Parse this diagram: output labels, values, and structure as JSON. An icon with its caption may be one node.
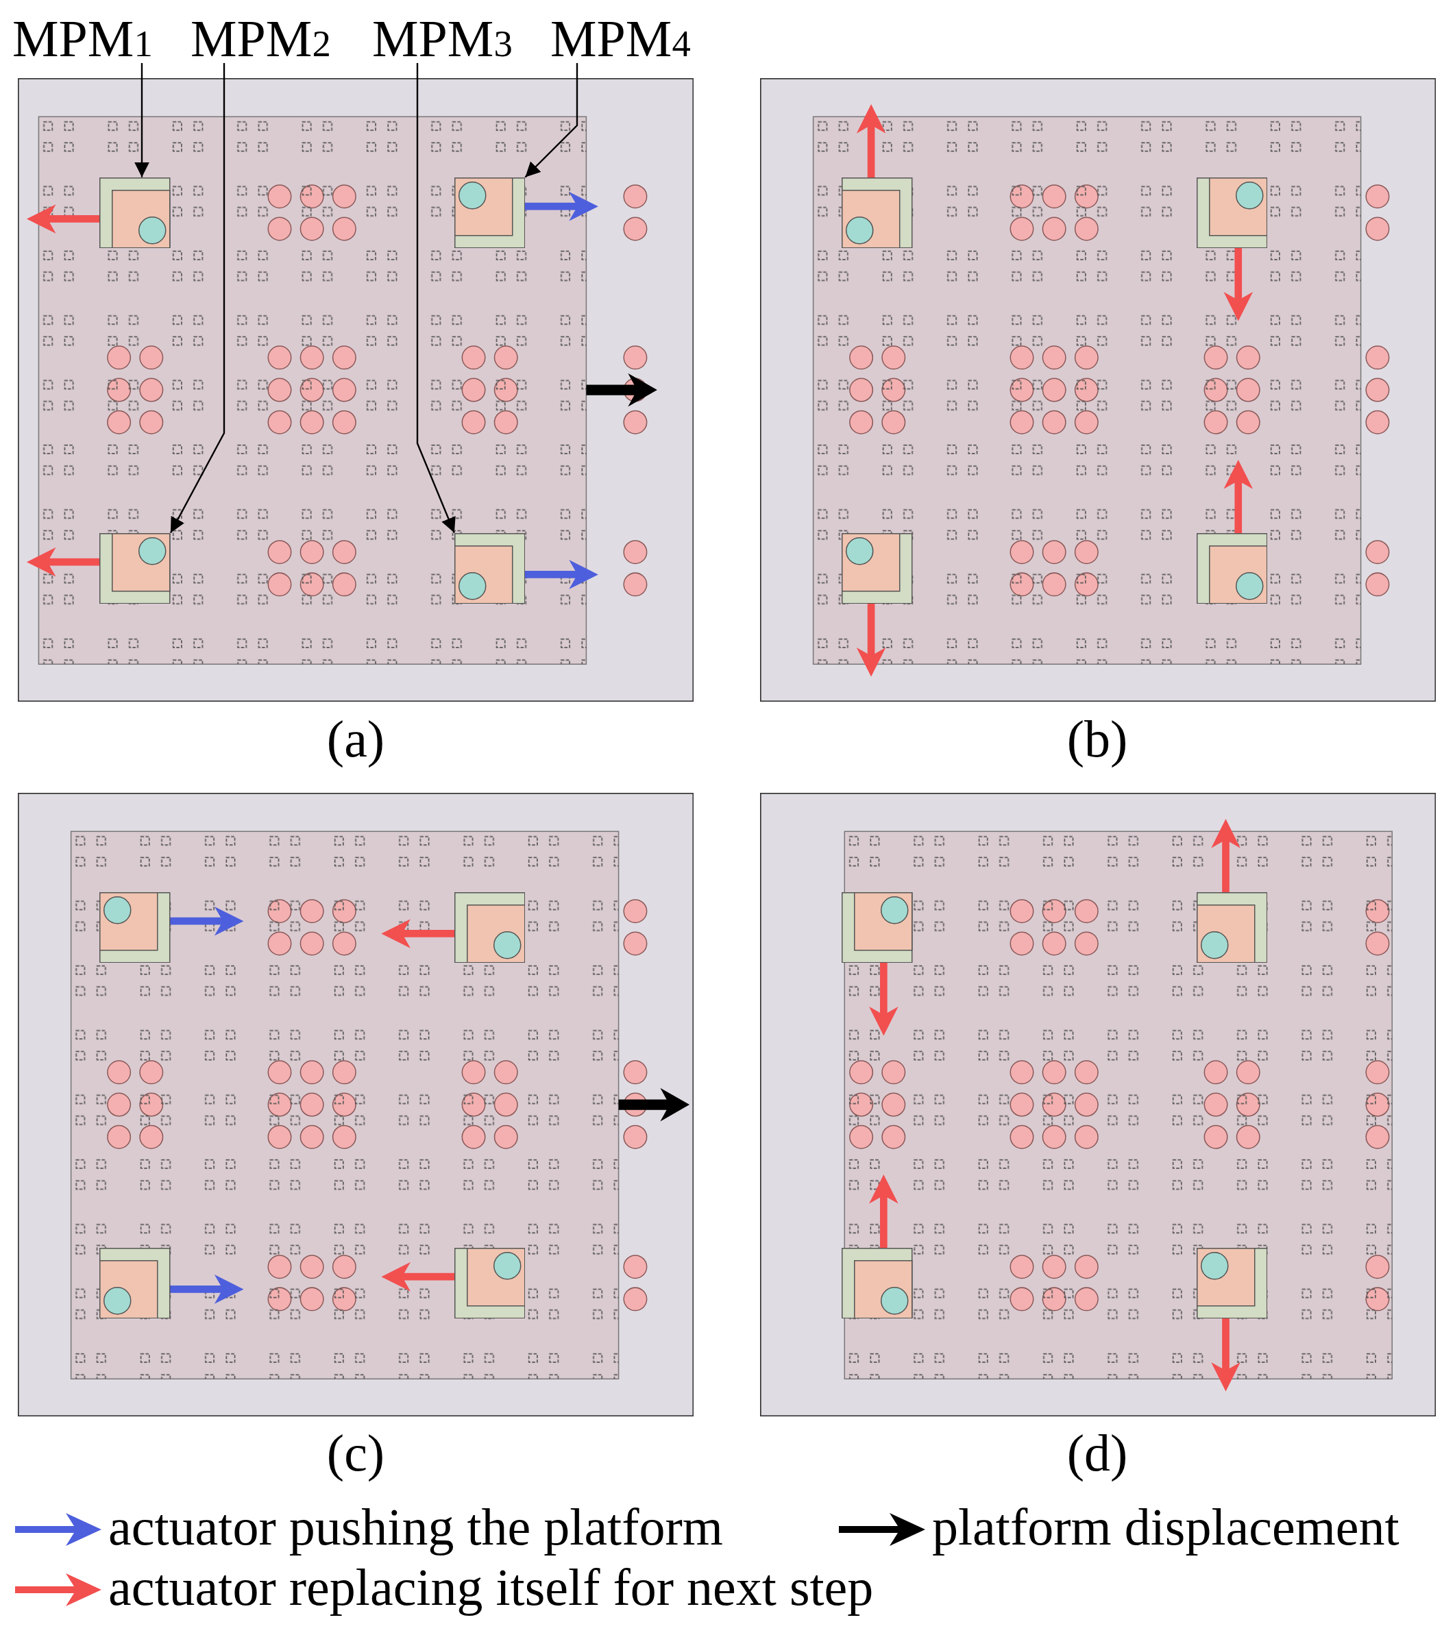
{
  "diagram": {
    "nodes": [
      {
        "text": [
          "MPM$_{1}$"
        ]
      },
      {
        "text": [
          "MPM$_{2}$"
        ]
      },
      {
        "text": [
          "MPM$_{3}$"
        ]
      },
      {
        "text": [
          "MPM$_{4}$"
        ]
      },
      {
        "text": [],
        "shape": "box"
      },
      {
        "text": [],
        "shape": "box"
      },
      {
        "text": [],
        "shape": "box"
      },
      {
        "text": [],
        "shape": "box"
      },
      {
        "text": [],
        "shape": "box"
      },
      {
        "text": [],
        "shape": "box"
      },
      {
        "text": [],
        "shape": "box"
      },
      {
        "text": [],
        "shape": "box"
      },
      {
        "text": [],
        "shape": "box"
      },
      {
        "text": [],
        "shape": "box"
      },
      {
        "text": [],
        "shape": "box"
      },
      {
        "text": [],
        "shape": "box"
      },
      {
        "text": [],
        "shape": "box"
      },
      {
        "text": [],
        "shape": "box"
      },
      {
        "text": [],
        "shape": "box"
      },
      {
        "text": [],
        "shape": "box"
      }
    ],
    "edges": [
      {
        "from": 0,
        "to": 4,
        "arrow": "to"
      },
      {
        "from": 1,
        "to": 6,
        "arrow": "to"
      },
      {
        "from": 2,
        "to": 7,
        "arrow": "to"
      },
      {
        "from": 3,
        "to": 5,
        "arrow": "to"
      }
    ],
    "labels": [
      "(a)",
      "(b)",
      "(c)",
      "(d)"
    ],
    "legend": [
      {
        "text": "actuator pushing the platform",
        "color": "#4d5fdc"
      },
      {
        "text": "platform displacement",
        "color": "#000000"
      },
      {
        "text": "actuator replacing itself for next step",
        "color": "#f24f4f"
      }
    ]
  }
}
